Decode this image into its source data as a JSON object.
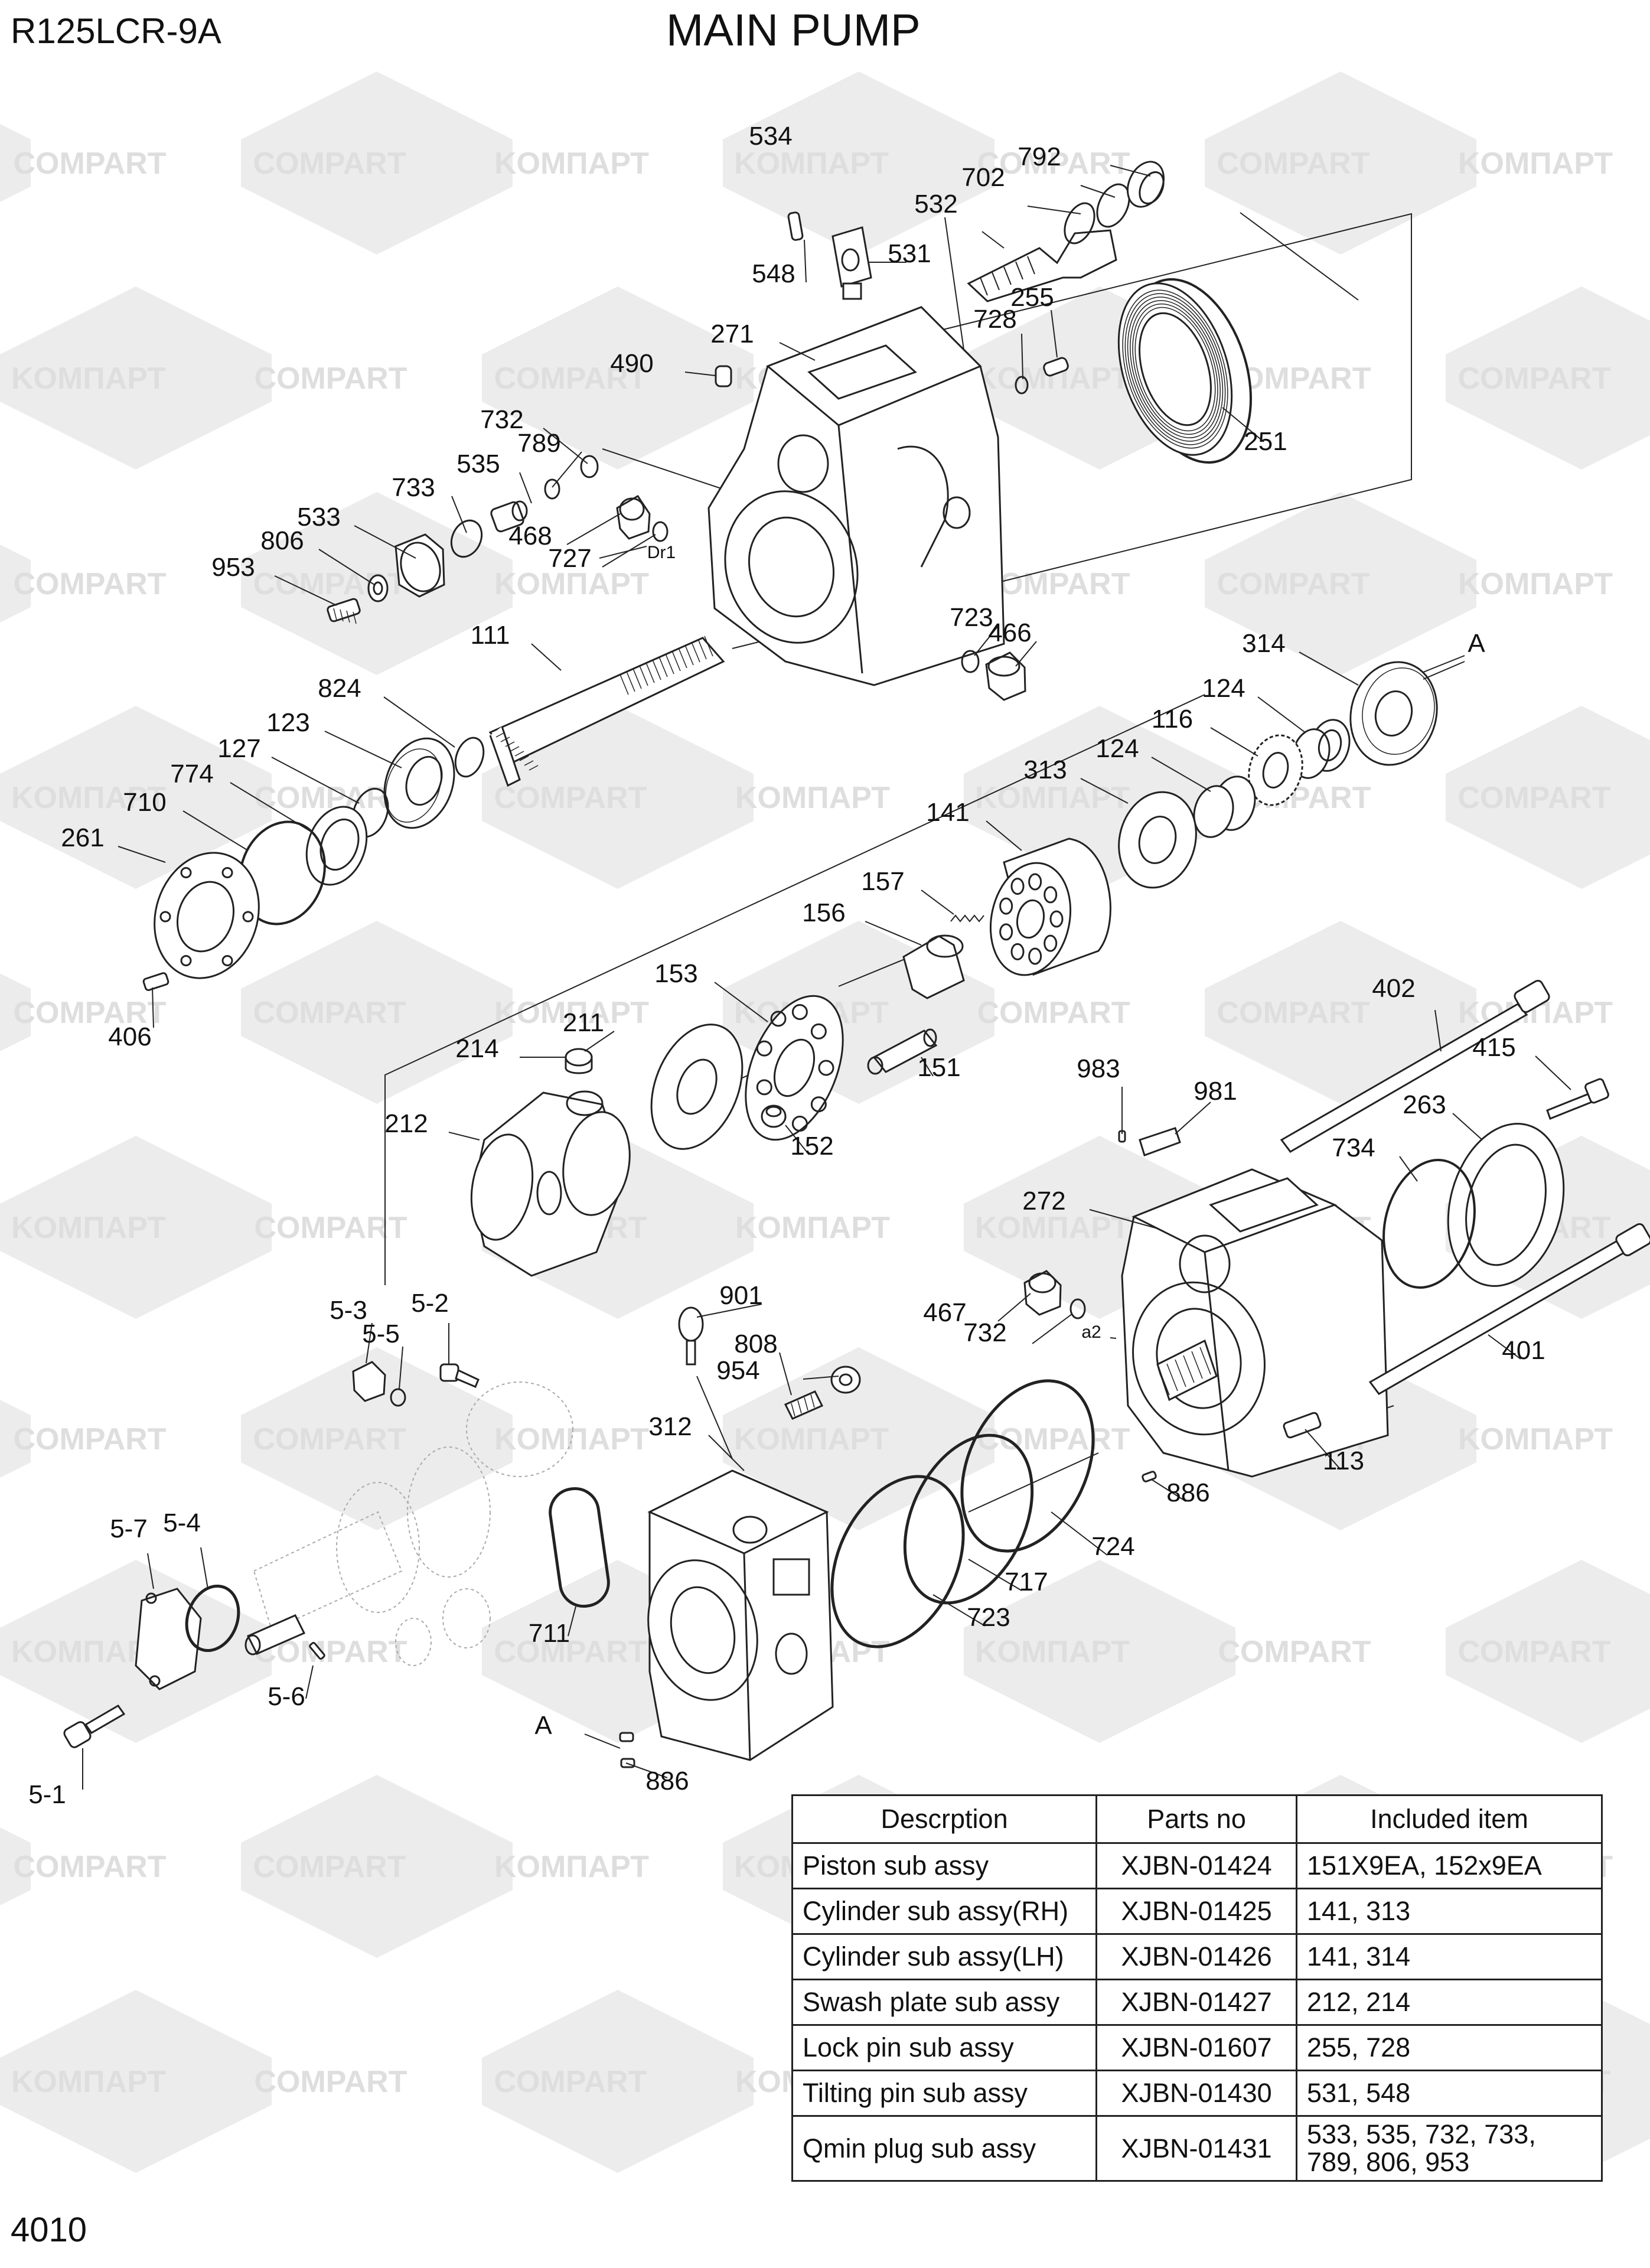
{
  "header": {
    "model": "R125LCR-9A",
    "title": "MAIN PUMP"
  },
  "footer": {
    "page_number": "4010"
  },
  "watermarks": [
    "KOMПАРТ",
    "COMPART"
  ],
  "callouts": [
    "534",
    "792",
    "702",
    "532",
    "548",
    "531",
    "271",
    "490",
    "728",
    "255",
    "251",
    "732",
    "789",
    "535",
    "733",
    "533",
    "806",
    "953",
    "468",
    "727",
    "Dr1",
    "111",
    "723",
    "466",
    "314",
    "A",
    "124",
    "116",
    "124",
    "313",
    "824",
    "123",
    "127",
    "774",
    "710",
    "261",
    "406",
    "141",
    "157",
    "156",
    "153",
    "214",
    "211",
    "151",
    "152",
    "212",
    "983",
    "981",
    "402",
    "415",
    "263",
    "734",
    "272",
    "5-3",
    "5-2",
    "5-5",
    "901",
    "808",
    "954",
    "467",
    "732",
    "a2",
    "312",
    "401",
    "113",
    "886",
    "724",
    "717",
    "723",
    "5-7",
    "5-4",
    "711",
    "5-6",
    "A",
    "886",
    "5-1"
  ],
  "parts_table": {
    "headers": [
      "Descrption",
      "Parts no",
      "Included item"
    ],
    "rows": [
      [
        "Piston sub assy",
        "XJBN-01424",
        "151X9EA, 152x9EA"
      ],
      [
        "Cylinder sub assy(RH)",
        "XJBN-01425",
        "141, 313"
      ],
      [
        "Cylinder sub assy(LH)",
        "XJBN-01426",
        "141, 314"
      ],
      [
        "Swash plate sub assy",
        "XJBN-01427",
        "212, 214"
      ],
      [
        "Lock pin sub assy",
        "XJBN-01607",
        "255, 728"
      ],
      [
        "Tilting pin sub assy",
        "XJBN-01430",
        "531, 548"
      ],
      [
        "Qmin plug sub assy",
        "XJBN-01431",
        "533, 535, 732, 733, 789, 806, 953"
      ]
    ]
  }
}
